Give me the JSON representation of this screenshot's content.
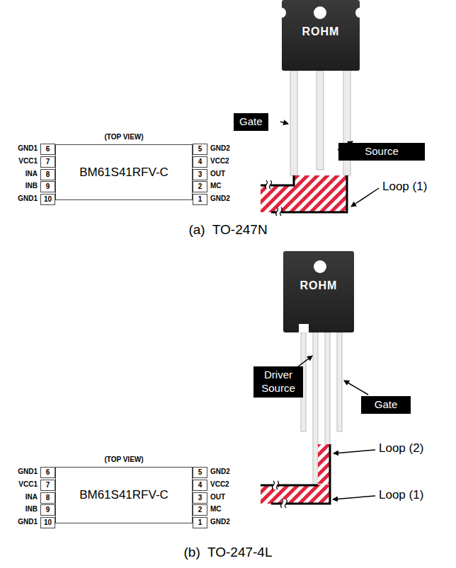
{
  "diagram": {
    "nodes": [
      {
        "text": [
          "ROHM"
        ]
      },
      {
        "text": [
          "Gate"
        ]
      },
      {
        "text": [
          "Source"
        ]
      },
      {
        "text": [
          "(TOP VIEW)",
          "BM61S41RFV-C"
        ]
      },
      {
        "text": [
          "ROHM"
        ]
      },
      {
        "text": [
          "Driver Source"
        ]
      },
      {
        "text": [
          "Gate"
        ]
      },
      {
        "text": [
          "(TOP VIEW)",
          "BM61S41RFV-C"
        ]
      }
    ],
    "labels": [
      "GND1",
      "6",
      "VCC1",
      "7",
      "INA",
      "8",
      "INB",
      "9",
      "GND1",
      "10",
      "GND2",
      "5",
      "VCC2",
      "4",
      "OUT",
      "3",
      "MC",
      "2",
      "GND2",
      "1",
      "Loop (1)",
      "(a)  TO-247N",
      "GND1",
      "6",
      "VCC1",
      "7",
      "INA",
      "8",
      "INB",
      "9",
      "GND1",
      "10",
      "GND2",
      "5",
      "VCC2",
      "4",
      "OUT",
      "3",
      "MC",
      "2",
      "GND2",
      "1",
      "Loop (2)",
      "Loop (1)",
      "(b)  TO-247-4L"
    ]
  }
}
